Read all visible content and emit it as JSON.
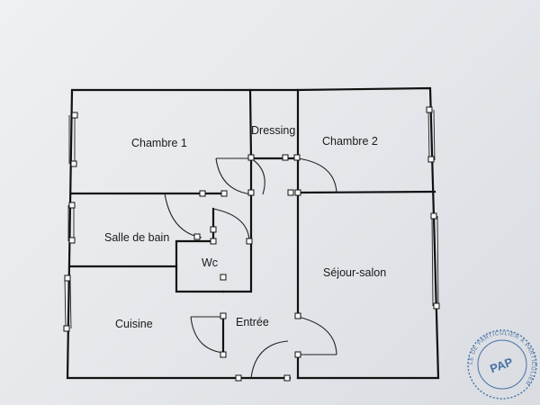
{
  "rooms": {
    "chambre1": "Chambre 1",
    "dressing": "Dressing",
    "chambre2": "Chambre 2",
    "salle_de_bain": "Salle de bain",
    "wc": "Wc",
    "sejour": "Séjour-salon",
    "cuisine": "Cuisine",
    "entree": "Entrée"
  },
  "stamp": {
    "ring_text": "LE DE PARTICULIER À PARTICULIER",
    "logo": "PAP"
  }
}
